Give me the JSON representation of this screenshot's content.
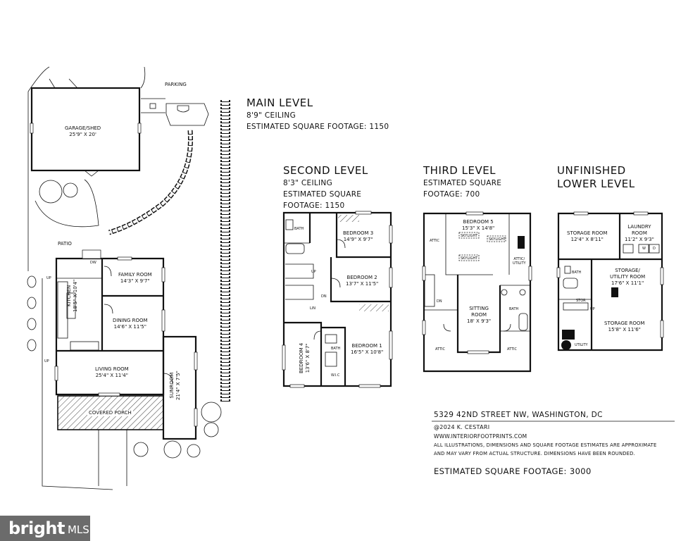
{
  "main_level": {
    "title": "MAIN LEVEL",
    "ceiling": "8'9\" CEILING",
    "sqft": "ESTIMATED SQUARE FOOTAGE: 1150",
    "rooms": {
      "garage": {
        "name": "GARAGE/SHED",
        "dims": "25'9\" X 20'"
      },
      "parking": {
        "name": "PARKING"
      },
      "patio": {
        "name": "PATIO"
      },
      "family": {
        "name": "FAMILY ROOM",
        "dims": "14'3\" X 9'7\""
      },
      "kitchen": {
        "name": "KITCHEN",
        "dims": "18'5\" X 10'4\""
      },
      "dining": {
        "name": "DINING ROOM",
        "dims": "14'6\" X 11'5\""
      },
      "living": {
        "name": "LIVING ROOM",
        "dims": "25'4\" X 11'4\""
      },
      "sunroom": {
        "name": "SUNROOM",
        "dims": "21'4\" X 7'5\""
      },
      "porch": {
        "name": "COVERED PORCH"
      },
      "up_label": "UP",
      "dw_label": "DW"
    }
  },
  "second_level": {
    "title": "SECOND LEVEL",
    "ceiling": "8'3\" CEILING",
    "sqft_line1": "ESTIMATED SQUARE",
    "sqft_line2": "FOOTAGE: 1150",
    "rooms": {
      "bath_a": {
        "name": "BATH"
      },
      "bedroom3": {
        "name": "BEDROOM 3",
        "dims": "14'9\" X 9'7\""
      },
      "bedroom2": {
        "name": "BEDROOM 2",
        "dims": "13'7\" X 11'5\""
      },
      "bedroom4": {
        "name": "BEDROOM 4",
        "dims": "13'6\" X 8'7\""
      },
      "bath_b": {
        "name": "BATH"
      },
      "bedroom1": {
        "name": "BEDROOM 1",
        "dims": "16'5\" X 10'8\""
      },
      "wic": {
        "name": "W.I.C"
      },
      "linen": {
        "name": "LIN"
      },
      "up_label": "UP",
      "dn_label": "DN"
    }
  },
  "third_level": {
    "title": "THIRD LEVEL",
    "sqft_line1": "ESTIMATED SQUARE",
    "sqft_line2": "FOOTAGE: 700",
    "rooms": {
      "bedroom5": {
        "name": "BEDROOM 5",
        "dims": "15'3\" X 14'8\""
      },
      "skylight": {
        "name": "SKYLIGHT"
      },
      "attic": {
        "name": "ATTIC"
      },
      "attic_utility_1": "ATTIC/",
      "attic_utility_2": "UTILITY",
      "sitting": {
        "name": "SITTING",
        "name2": "ROOM",
        "dims": "18' X 9'3\""
      },
      "bath": {
        "name": "BATH"
      },
      "dn_label": "DN"
    }
  },
  "lower_level": {
    "title_line1": "UNFINISHED",
    "title_line2": "LOWER LEVEL",
    "rooms": {
      "storage1": {
        "name": "STORAGE ROOM",
        "dims": "12'4\" X 8'11\""
      },
      "laundry": {
        "name": "LAUNDRY",
        "name2": "ROOM",
        "dims": "11'2\" X 9'3\""
      },
      "storage_utility": {
        "name": "STORAGE/",
        "name2": "UTILITY ROOM",
        "dims": "17'6\" X 11'1\""
      },
      "bath": {
        "name": "BATH"
      },
      "stor": {
        "name": "STOR"
      },
      "storage2": {
        "name": "STORAGE ROOM",
        "dims": "15'8\" X 11'6\""
      },
      "utility": {
        "name": "UTILITY"
      },
      "washer": "W",
      "dryer": "D",
      "up_label": "UP"
    }
  },
  "footer": {
    "address": "5329 42ND STREET NW, WASHINGTON, DC",
    "copyright": "@2024 K. CESTARI",
    "website": "WWW.INTERIORFOOTPRINTS.COM",
    "disclaimer1": "ALL ILLUSTRATIONS, DIMENSIONS AND SQUARE FOOTAGE ESTIMATES ARE APPROXIMATE",
    "disclaimer2": "AND MAY VARY FROM ACTUAL STRUCTURE. DIMENSIONS HAVE BEEN ROUNDED.",
    "total_sqft": "ESTIMATED SQUARE FOOTAGE: 3000"
  },
  "watermark": {
    "brand": "bright",
    "suffix": "MLS"
  }
}
